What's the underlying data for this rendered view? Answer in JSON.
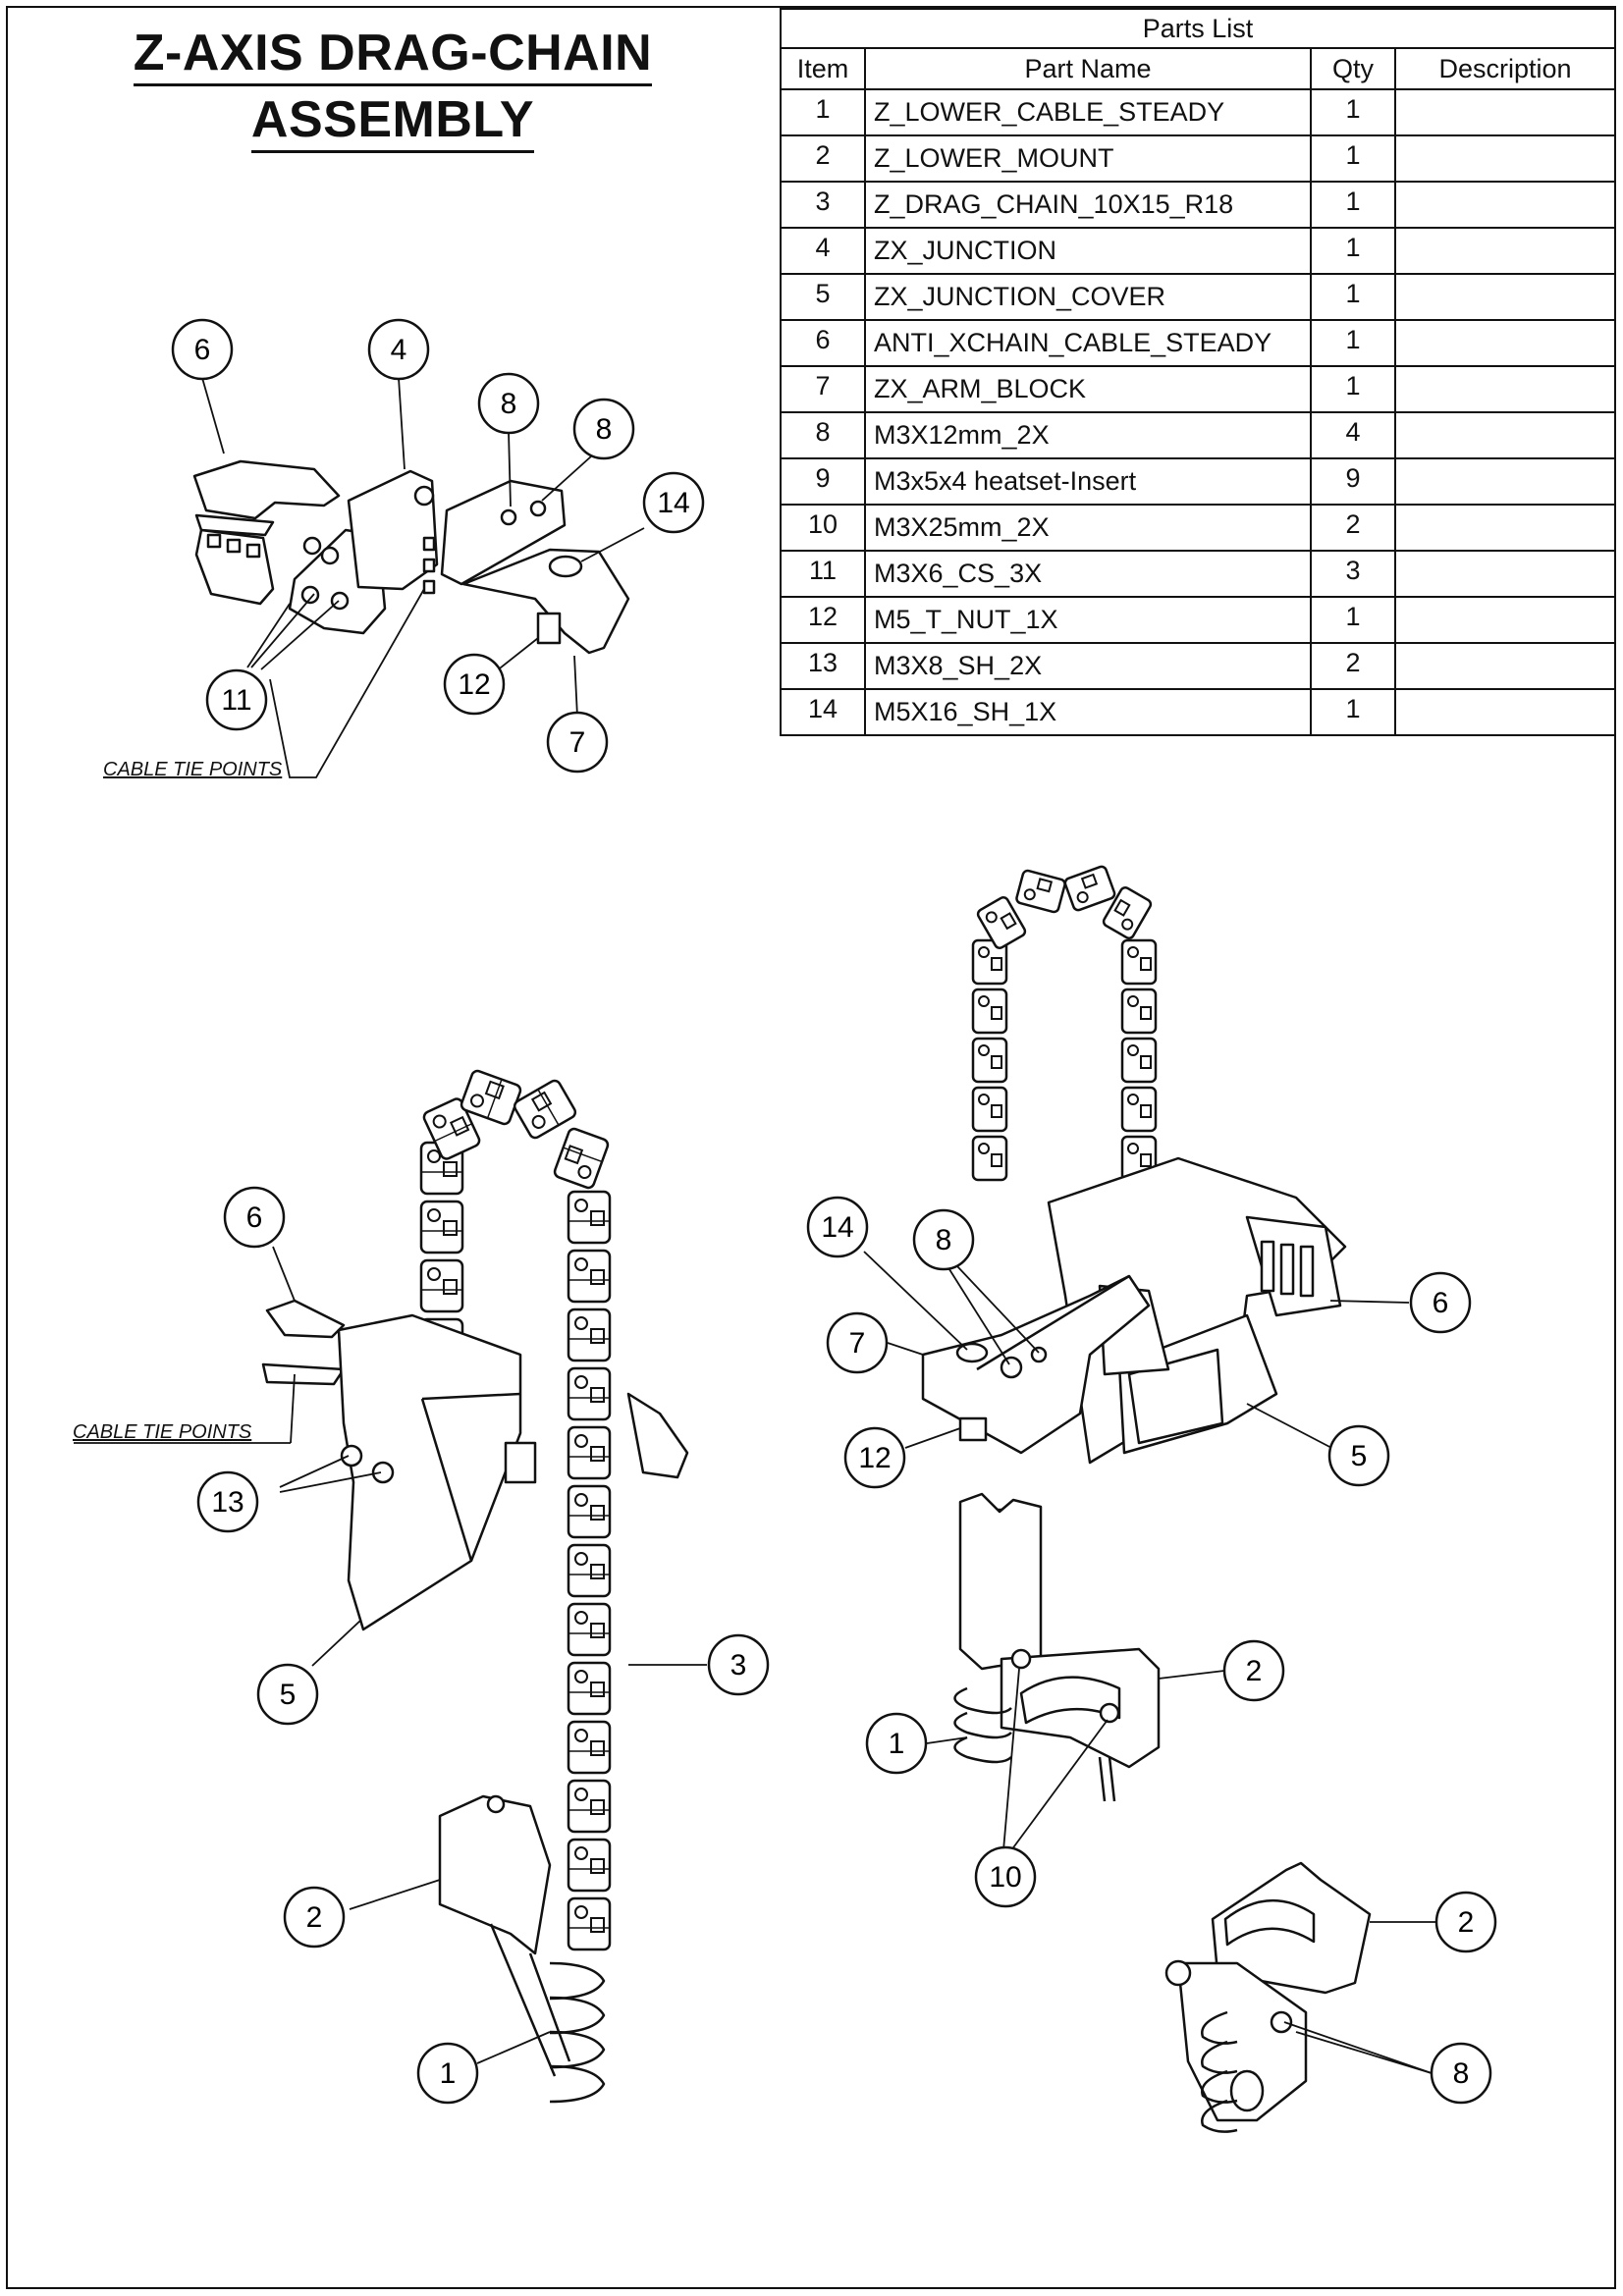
{
  "title": {
    "line1": "Z-AXIS DRAG-CHAIN",
    "line2": "ASSEMBLY"
  },
  "parts_list": {
    "caption": "Parts List",
    "columns": [
      "Item",
      "Part Name",
      "Qty",
      "Description"
    ],
    "rows": [
      {
        "item": "1",
        "name": "Z_LOWER_CABLE_STEADY",
        "qty": "1",
        "description": ""
      },
      {
        "item": "2",
        "name": "Z_LOWER_MOUNT",
        "qty": "1",
        "description": ""
      },
      {
        "item": "3",
        "name": "Z_DRAG_CHAIN_10X15_R18",
        "qty": "1",
        "description": ""
      },
      {
        "item": "4",
        "name": "ZX_JUNCTION",
        "qty": "1",
        "description": ""
      },
      {
        "item": "5",
        "name": "ZX_JUNCTION_COVER",
        "qty": "1",
        "description": ""
      },
      {
        "item": "6",
        "name": "ANTI_XCHAIN_CABLE_STEADY",
        "qty": "1",
        "description": ""
      },
      {
        "item": "7",
        "name": "ZX_ARM_BLOCK",
        "qty": "1",
        "description": ""
      },
      {
        "item": "8",
        "name": "M3X12mm_2X",
        "qty": "4",
        "description": ""
      },
      {
        "item": "9",
        "name": "M3x5x4 heatset-Insert",
        "qty": "9",
        "description": ""
      },
      {
        "item": "10",
        "name": "M3X25mm_2X",
        "qty": "2",
        "description": ""
      },
      {
        "item": "11",
        "name": "M3X6_CS_3X",
        "qty": "3",
        "description": ""
      },
      {
        "item": "12",
        "name": "M5_T_NUT_1X",
        "qty": "1",
        "description": ""
      },
      {
        "item": "13",
        "name": "M3X8_SH_2X",
        "qty": "2",
        "description": ""
      },
      {
        "item": "14",
        "name": "M5X16_SH_1X",
        "qty": "1",
        "description": ""
      }
    ]
  },
  "notes": {
    "cable_tie_top": "CABLE TIE POINTS",
    "cable_tie_mid": "CABLE TIE POINTS"
  },
  "balloons": {
    "a6": "6",
    "a4": "4",
    "a8a": "8",
    "a8b": "8",
    "a14": "14",
    "a11": "11",
    "a12": "12",
    "a7": "7",
    "b6": "6",
    "b13": "13",
    "b5": "5",
    "b3": "3",
    "b2": "2",
    "b1": "1",
    "c14": "14",
    "c8": "8",
    "c7": "7",
    "c6": "6",
    "c12": "12",
    "c5": "5",
    "d2": "2",
    "d1": "1",
    "d10": "10",
    "e2": "2",
    "e8": "8"
  }
}
